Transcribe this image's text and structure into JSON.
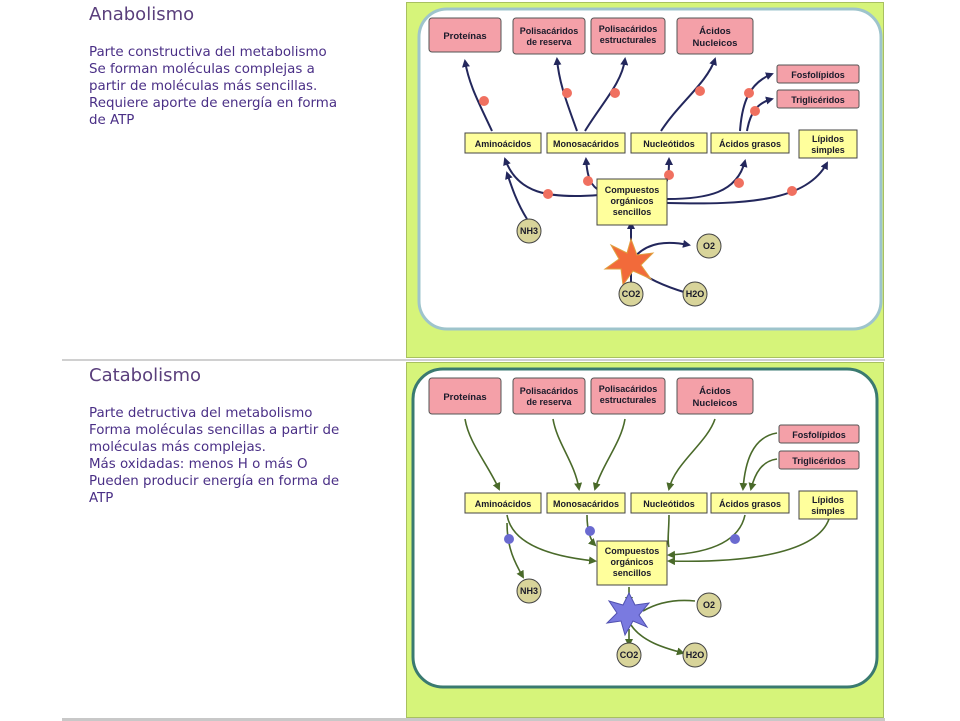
{
  "anabolismo": {
    "title": "Anabolismo",
    "lines": [
      "Parte constructiva del metabolismo",
      "Se forman moléculas complejas a",
      "partir de moléculas más sencillas.",
      "Requiere aporte de energía en forma",
      "de ATP"
    ]
  },
  "catabolismo": {
    "title": "Catabolismo",
    "lines": [
      "Parte detructiva del metabolismo",
      "Forma moléculas sencillas a partir de",
      "moléculas más complejas.",
      "Más oxidadas: menos H o más O",
      "Pueden producir energía en forma de",
      "ATP"
    ]
  },
  "diagram": {
    "complex": {
      "proteinas": "Proteínas",
      "polisacaridos_reserva": [
        "Polisacáridos",
        "de reserva"
      ],
      "polisacaridos_estructurales": [
        "Polisacáridos",
        "estructurales"
      ],
      "acidos_nucleicos": [
        "Ácidos",
        "Nucleicos"
      ],
      "fosfolipidos": "Fosfolípidos",
      "trigliceridos": "Triglicéridos"
    },
    "simple": {
      "aminoacidos": "Aminoácidos",
      "monosacaridos": "Monosacáridos",
      "nucleotidos": "Nucleótidos",
      "acidos_grasos": "Ácidos grasos",
      "lipidos_simples": [
        "Lípidos",
        "simples"
      ]
    },
    "center": [
      "Compuestos",
      "orgánicos",
      "sencillos"
    ],
    "circles": {
      "nh3": "NH3",
      "o2": "O2",
      "co2": "CO2",
      "h2o": "H2O"
    }
  },
  "colors": {
    "panel_bg": "#d6f47a",
    "pink_box": "#f4a0a8",
    "yellow_box": "#ffff9c",
    "circle": "#d8d49a",
    "arrow_anabolic": "#23275c",
    "arrow_catabolic": "#4a6a2a",
    "star_anabolic": "#f06040",
    "star_catabolic": "#6a6ad0",
    "heading": "#5a3f7c",
    "body_text": "#4a2f86"
  }
}
